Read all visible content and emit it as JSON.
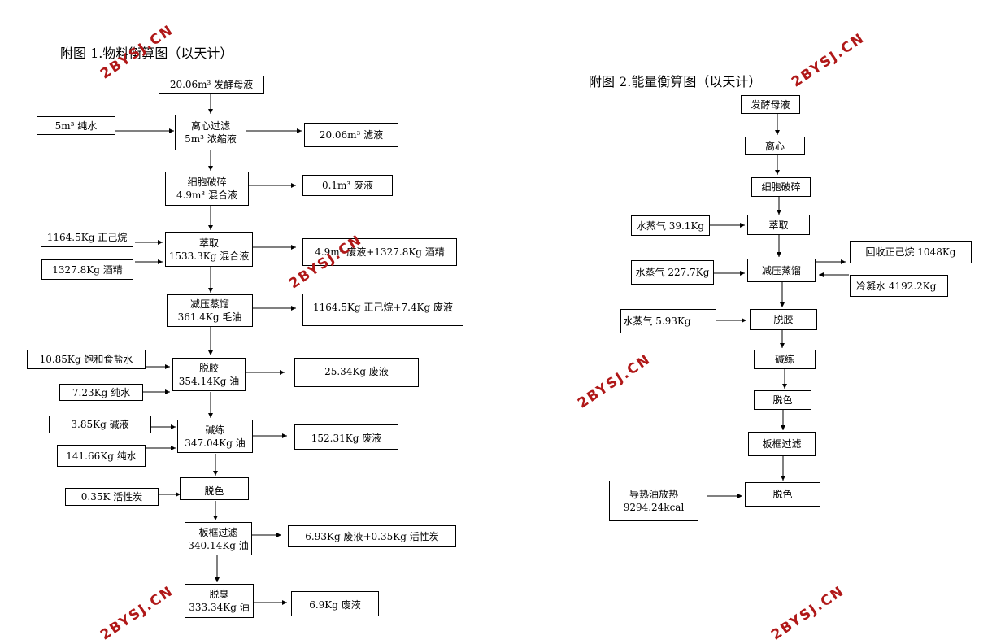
{
  "figure1": {
    "title": "附图 1.物料衡算图（以天计）",
    "nodes": {
      "ferment": "20.06m³ 发酵母液",
      "pure_water": "5m³ 纯水",
      "centrifuge_1": "离心过滤",
      "centrifuge_2": "5m³ 浓缩液",
      "filtrate": "20.06m³ 滤液",
      "cell_1": "细胞破碎",
      "cell_2": "4.9m³ 混合液",
      "waste1": "0.1m³ 废液",
      "hexane": "1164.5Kg 正己烷",
      "alcohol": "1327.8Kg 酒精",
      "extract_1": "萃取",
      "extract_2": "1533.3Kg 混合液",
      "extract_out": "4.9m³ 废液+1327.8Kg 酒精",
      "distill_1": "减压蒸馏",
      "distill_2": "361.4Kg 毛油",
      "distill_out": "1164.5Kg 正己烷+7.4Kg 废液",
      "brine": "10.85Kg 饱和食盐水",
      "water2": "7.23Kg 纯水",
      "degum_1": "脱胶",
      "degum_2": "354.14Kg 油",
      "degum_out": "25.34Kg 废液",
      "lye": "3.85Kg 碱液",
      "water3": "141.66Kg 纯水",
      "alkali_1": "碱练",
      "alkali_2": "347.04Kg 油",
      "alkali_out": "152.31Kg 废液",
      "carbon": "0.35K 活性炭",
      "decolor": "脱色",
      "filter_1": "板框过滤",
      "filter_2": "340.14Kg 油",
      "filter_out": "6.93Kg 废液+0.35Kg 活性炭",
      "deodor_1": "脱臭",
      "deodor_2": "333.34Kg 油",
      "deodor_out": "6.9Kg 废液"
    }
  },
  "figure2": {
    "title": "附图 2.能量衡算图（以天计）",
    "nodes": {
      "ferment": "发酵母液",
      "centrifuge": "离心",
      "cell": "细胞破碎",
      "steam1": "水蒸气 39.1Kg",
      "extract": "萃取",
      "steam2": "水蒸气 227.7Kg",
      "distill": "减压蒸馏",
      "recover": "回收正己烷 1048Kg",
      "cooling": "冷凝水 4192.2Kg",
      "steam3": "水蒸气 5.93Kg",
      "degum": "脱胶",
      "alkali": "碱练",
      "decolor": "脱色",
      "filter": "板框过滤",
      "heat_1": "导热油放热",
      "heat_2": "9294.24kcal",
      "decolor2": "脱色"
    }
  },
  "watermark": "2BYSJ.CN"
}
